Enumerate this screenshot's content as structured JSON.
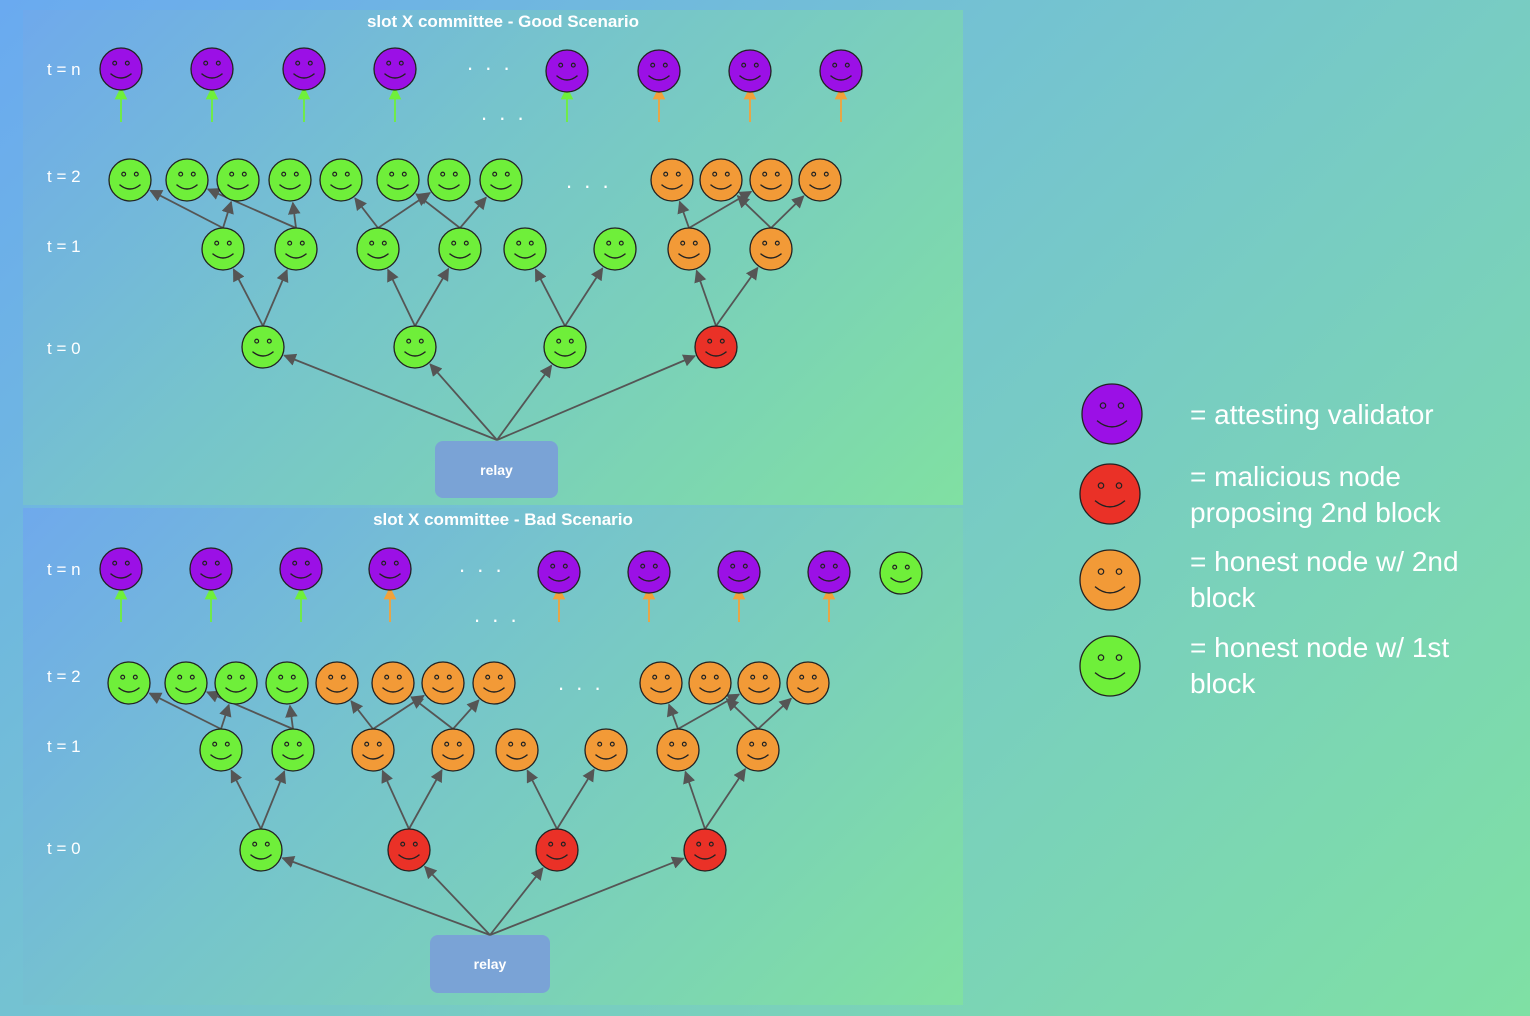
{
  "colors": {
    "validator": "#9b10e6",
    "malicious": "#ea3127",
    "honest_2nd": "#f29a37",
    "honest_1st": "#6fef3a",
    "edge": "#555555",
    "arrow_green": "#6ff03a",
    "arrow_orange": "#f2a23a"
  },
  "scenarios": [
    {
      "title": "slot X committee - Good Scenario",
      "relay_label": "relay",
      "row_labels": {
        "tn": "t = n",
        "t2": "t = 2",
        "t1": "t = 1",
        "t0": "t = 0"
      },
      "ellipsis": ". . .",
      "t0": [
        "honest_1st",
        "honest_1st",
        "honest_1st",
        "malicious"
      ],
      "t1": [
        "honest_1st",
        "honest_1st",
        "honest_1st",
        "honest_1st",
        "honest_1st",
        "honest_1st",
        "honest_2nd",
        "honest_2nd"
      ],
      "t2": [
        "honest_1st",
        "honest_1st",
        "honest_1st",
        "honest_1st",
        "honest_1st",
        "honest_1st",
        "honest_1st",
        "honest_1st",
        "honest_2nd",
        "honest_2nd",
        "honest_2nd",
        "honest_2nd"
      ],
      "tn": [
        "validator",
        "validator",
        "validator",
        "validator",
        "validator",
        "validator",
        "validator",
        "validator"
      ],
      "tn_arrows": [
        "green",
        "green",
        "green",
        "green",
        "green",
        "orange",
        "orange",
        "orange"
      ]
    },
    {
      "title": "slot X committee - Bad Scenario",
      "relay_label": "relay",
      "row_labels": {
        "tn": "t = n",
        "t2": "t = 2",
        "t1": "t = 1",
        "t0": "t = 0"
      },
      "ellipsis": ". . .",
      "t0": [
        "honest_1st",
        "malicious",
        "malicious",
        "malicious"
      ],
      "t1": [
        "honest_1st",
        "honest_1st",
        "honest_2nd",
        "honest_2nd",
        "honest_2nd",
        "honest_2nd",
        "honest_2nd",
        "honest_2nd"
      ],
      "t2": [
        "honest_1st",
        "honest_1st",
        "honest_1st",
        "honest_1st",
        "honest_2nd",
        "honest_2nd",
        "honest_2nd",
        "honest_2nd",
        "honest_2nd",
        "honest_2nd",
        "honest_2nd",
        "honest_2nd"
      ],
      "tn": [
        "validator",
        "validator",
        "validator",
        "validator",
        "validator",
        "validator",
        "validator",
        "validator",
        "honest_1st"
      ],
      "tn_arrows": [
        "green",
        "green",
        "green",
        "orange",
        "orange",
        "orange",
        "orange",
        "orange"
      ]
    }
  ],
  "legend": [
    {
      "kind": "validator",
      "label": "= attesting validator"
    },
    {
      "kind": "malicious",
      "label": "= malicious node proposing 2nd block"
    },
    {
      "kind": "honest_2nd",
      "label": "= honest node w/ 2nd block"
    },
    {
      "kind": "honest_1st",
      "label": "= honest node w/ 1st block"
    }
  ]
}
